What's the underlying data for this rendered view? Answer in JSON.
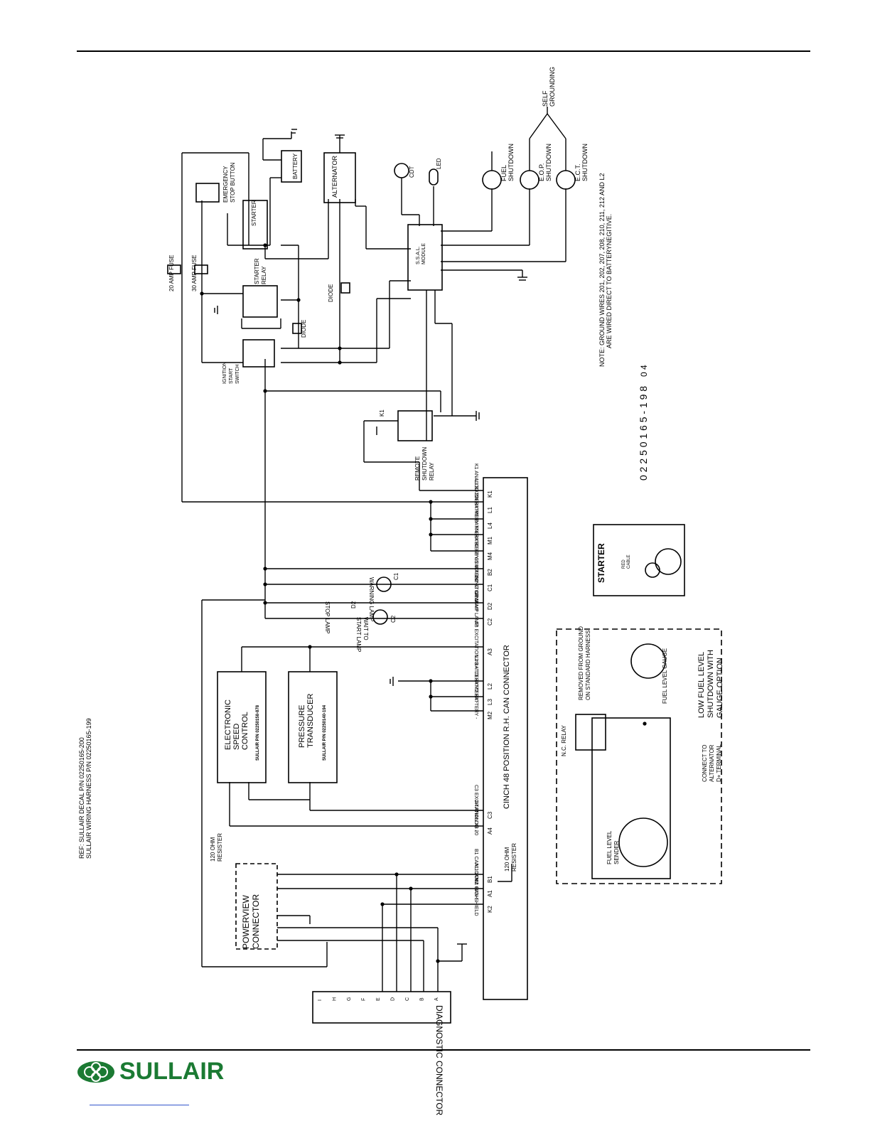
{
  "ref_text": {
    "line1": "REF: SULLAIR DECAL P/N 02250165-200",
    "line2": "SULLAIR WIRING HARNESS P/N 02250165-199"
  },
  "doc_number": "0 2 2 5 0 1 6 5 - 1 9 8",
  "doc_rev": "0 4",
  "note": {
    "line1": "NOTE: GROUND WIRES 201, 202, 207, 208, 210, 211, 212 AND L2",
    "line2": "ARE WIRED DIRECT TO BATTERYNEGITIVE."
  },
  "labels": {
    "self_grounding": [
      "SELF",
      "GROUNDING"
    ],
    "fuel_shutdown": [
      "FUEL",
      "SHUTDOWN"
    ],
    "eop_shutdown": [
      "E.O.P.",
      "SHUTDOWN"
    ],
    "ect_shutdown": [
      "E.C.T.",
      "SHUTDOWN"
    ],
    "alternator": "ALTERNATOR",
    "battery": "BATTERY",
    "emergency_stop": [
      "EMERGENCY",
      "STOP BUTTON"
    ],
    "starter": "STARTER",
    "starter_relay": [
      "STARTER",
      "RELAY"
    ],
    "amp20": "20 AMP FUSE",
    "amp30": "30 AMP FUSE",
    "diode": "DIODE",
    "ignition": [
      "IGNITION",
      "START",
      "SWITCH"
    ],
    "cdt": "CDT",
    "led": "LED",
    "ssal": [
      "S.S.A.L.",
      "MODULE"
    ],
    "remote_relay": [
      "REMOTE",
      "SHUTDOWN",
      "RELAY"
    ],
    "k1": "K1",
    "can_connector": "CINCH 48 POSITION R.H. CAN CONNECTOR",
    "esc": [
      "ELECTRONIC",
      "SPEED",
      "CONTROL"
    ],
    "esc_pn": "SULLAIR P/N 02250158-878",
    "pt": [
      "PRESSURE",
      "TRANSDUCER"
    ],
    "pt_pn": "SULLAIR P/N 02250140-194",
    "powerview": [
      "POWERVIEW",
      "CONNECTOR"
    ],
    "ohm_left": [
      "120 OHM",
      "RESISTER"
    ],
    "ohm_right": [
      "120 OHM",
      "RESISTER"
    ],
    "diag": "DIAGNOSTIC CONNECTOR",
    "starter_box": "STARTER",
    "red_cable": [
      "RED",
      "CABLE"
    ],
    "nc_relay": "N.C. RELAY",
    "removed": [
      "REMOVED FROM GROUND",
      "ON STANDARD HARNESS"
    ],
    "fuel_gauge": "FUEL LEVEL GAUGE",
    "fuel_sender": [
      "FUEL LEVEL",
      "SENDER"
    ],
    "connect_alt": [
      "CONNECT TO",
      "ALTERNATOR",
      "D+ TERMINAL"
    ],
    "low_fuel": [
      "LOW FUEL LEVEL",
      "SHUTDOWN WITH",
      "GAUGE OPTION"
    ],
    "lamps": {
      "warning": "WARNING LAMP",
      "stop": "STOP LAMP",
      "wait": [
        "WAIT TO",
        "START LAMP"
      ],
      "c1": "C1",
      "d2": "D2",
      "c2": "C2"
    }
  },
  "can_pins": [
    {
      "pin": "K1",
      "label": "K1 ANALOG 22"
    },
    {
      "pin": "L1",
      "label": "L1 BATTERY +"
    },
    {
      "pin": "L4",
      "label": "L4 BATTERY +"
    },
    {
      "pin": "M1",
      "label": "M1 BATTERY +"
    },
    {
      "pin": "M4",
      "label": "M4 BATTERY +"
    },
    {
      "pin": "B2",
      "label": "B2 KEY SWITCH"
    },
    {
      "pin": "C1",
      "label": "C1 WARNING LAMP"
    },
    {
      "pin": "D2",
      "label": "D2 STOP LAMP"
    },
    {
      "pin": "C2",
      "label": "C2 WAIT LAMP"
    },
    {
      "pin": "A3",
      "label": "A3 EXCITATION #3 +"
    },
    {
      "pin": "L2",
      "label": "L2 BATTERY -"
    },
    {
      "pin": "L3",
      "label": "L3 BATTERY -"
    },
    {
      "pin": "M2",
      "label": "M2 BATTERY -"
    },
    {
      "pin": "C3",
      "label": "C3 EXCITATION #3 -"
    },
    {
      "pin": "A4",
      "label": "A4 ANALOG 20"
    },
    {
      "pin": "B1",
      "label": "B1 CAN 1 LOW"
    },
    {
      "pin": "A1",
      "label": "A1 CAN 1 HIGH"
    },
    {
      "pin": "K2",
      "label": "K2 CAN SHIELD"
    }
  ],
  "diag_pins": [
    "I",
    "H",
    "G",
    "F",
    "E",
    "D",
    "C",
    "B",
    "A"
  ],
  "brand": "SULLAIR",
  "colors": {
    "line": "#000000",
    "brand_green": "#1b7a33"
  }
}
